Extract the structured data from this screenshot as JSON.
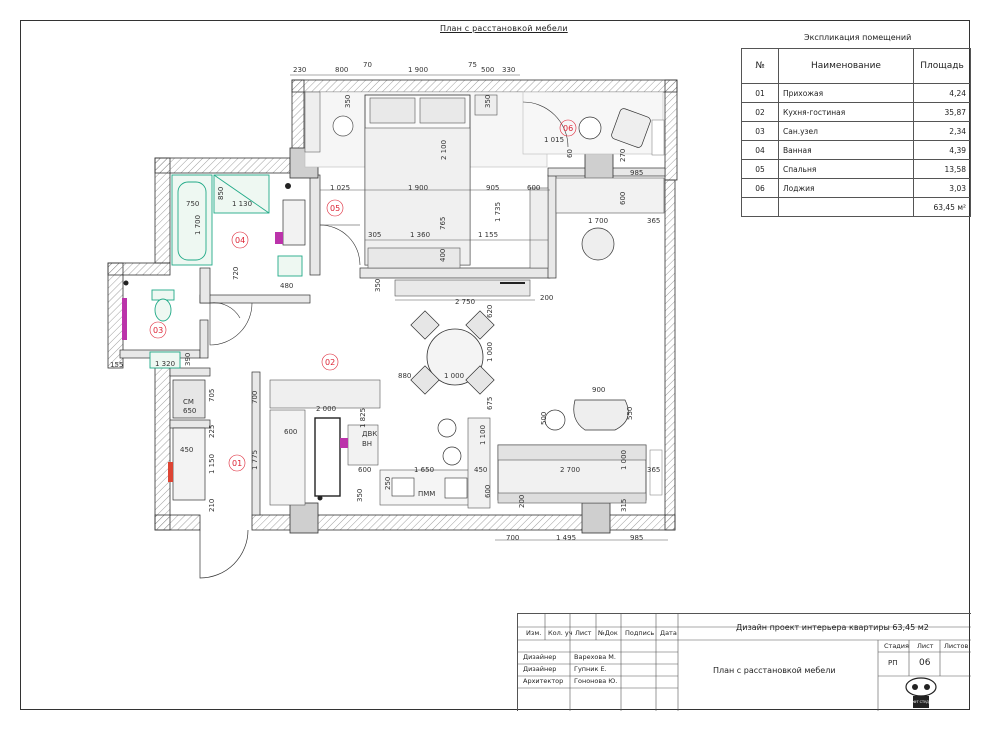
{
  "title": "План с расстановкой мебели",
  "explication": {
    "title": "Экспликация помещений",
    "headers": {
      "num": "№",
      "name": "Наименование",
      "area": "Площадь"
    },
    "rows": [
      {
        "num": "01",
        "name": "Прихожая",
        "area": "4,24"
      },
      {
        "num": "02",
        "name": "Кухня-гостиная",
        "area": "35,87"
      },
      {
        "num": "03",
        "name": "Сан.узел",
        "area": "2,34"
      },
      {
        "num": "04",
        "name": "Ванная",
        "area": "4,39"
      },
      {
        "num": "05",
        "name": "Спальня",
        "area": "13,58"
      },
      {
        "num": "06",
        "name": "Лоджия",
        "area": "3,03"
      }
    ],
    "total": "63,45 м²"
  },
  "rooms": {
    "r01": "01",
    "r02": "02",
    "r03": "03",
    "r04": "04",
    "r05": "05",
    "r06": "06"
  },
  "dims": {
    "top": [
      "230",
      "800",
      "70",
      "1 900",
      "75",
      "500",
      "330"
    ],
    "bed": [
      "350",
      "2 100",
      "350",
      "1 025",
      "1 900",
      "905",
      "600",
      "1 015",
      "60",
      "270",
      "985",
      "600",
      "1 735",
      "1 700",
      "365",
      "305",
      "1 360",
      "765",
      "1 155",
      "400"
    ],
    "bath": [
      "750",
      "850",
      "1 130",
      "1 700",
      "720",
      "480"
    ],
    "wc": [
      "1 320",
      "390",
      "155",
      "350"
    ],
    "living": [
      "2 750",
      "200",
      "620",
      "1 000",
      "1 000",
      "880",
      "675",
      "900",
      "550",
      "500",
      "2 700",
      "1 000",
      "365",
      "315",
      "200"
    ],
    "kitchen": [
      "2 000",
      "1 825",
      "600",
      "600",
      "1 650",
      "1 100",
      "450",
      "600",
      "250",
      "350"
    ],
    "hall": [
      "650",
      "705",
      "700",
      "225",
      "450",
      "1 150",
      "1 775",
      "210"
    ],
    "bottom": [
      "700",
      "1 495",
      "985"
    ],
    "labels": [
      "СМ",
      "ПММ",
      "ДВК",
      "ВН"
    ]
  },
  "stamp": {
    "cols": [
      "Изм.",
      "Кол. уч",
      "Лист",
      "№Док",
      "Подпись",
      "Дата"
    ],
    "people": [
      {
        "role": "Дизайнер",
        "name": "Варехова М."
      },
      {
        "role": "Дизайнер",
        "name": "Гупник Е."
      },
      {
        "role": "Архитектор",
        "name": "Гононова Ю."
      }
    ],
    "project": "Дизайн проект интерьера квартиры 63,45 м2",
    "sheet_title": "План с расстановкой мебели",
    "stage_label": "Стадия",
    "sheet_label": "Лист",
    "sheets_label": "Листов",
    "stage": "РП",
    "sheet": "06",
    "logo_text": "ЛОФТ СТУДИЯ"
  }
}
